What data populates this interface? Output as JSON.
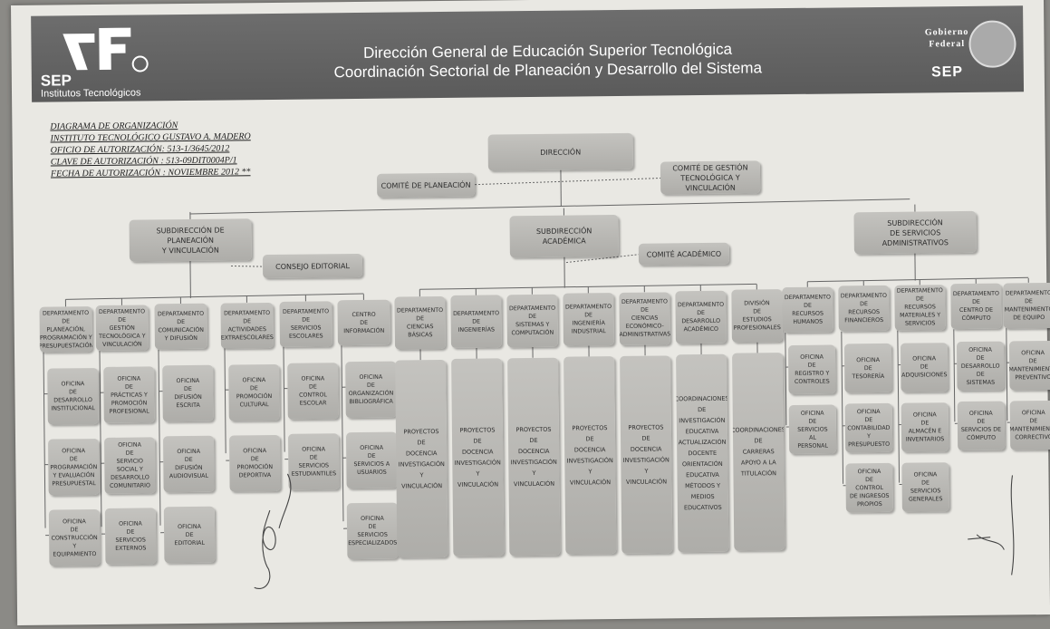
{
  "banner": {
    "logo_word": "SEP",
    "logo_sub": "Institutos Tecnológicos",
    "title_line1": "Dirección General de Educación Superior Tecnológica",
    "title_line2": "Coordinación Sectorial de Planeación y Desarrollo del Sistema",
    "gov_line1": "Gobierno",
    "gov_line2": "Federal",
    "gov_sep": "SEP"
  },
  "info": [
    "DIAGRAMA DE ORGANIZACIÓN",
    "INSTITUTO TECNOLÓGICO GUSTAVO A. MADERO",
    "OFICIO DE AUTORIZACIÓN: 513-1/3645/2012",
    "CLAVE DE AUTORIZACIÓN : 513-09DIT0004P/1",
    "FECHA DE AUTORIZACIÓN : NOVIEMBRE 2012 **"
  ],
  "top": {
    "direccion": "DIRECCIÓN",
    "comite_planeacion": "COMITÉ DE PLANEACIÓN",
    "comite_gestion": "COMITÉ DE GESTIÓN\nTECNOLÓGICA Y\nVINCULACIÓN"
  },
  "subdirecciones": [
    "SUBDIRECCIÓN DE\nPLANEACIÓN\nY VINCULACIÓN",
    "SUBDIRECCIÓN\nACADÉMICA",
    "SUBDIRECCIÓN\nDE SERVICIOS\nADMINISTRATIVOS"
  ],
  "consejo_editorial": "CONSEJO EDITORIAL",
  "comite_academico": "COMITÉ ACADÉMICO",
  "planeacion_depts": [
    {
      "name": "DEPARTAMENTO\nDE\nPLANEACIÓN,\nPROGRAMACIÓN Y\nPRESUPUESTACIÓN",
      "offices": [
        "OFICINA\nDE\nDESARROLLO\nINSTITUCIONAL",
        "OFICINA\nDE\nPROGRAMACIÓN\nY EVALUACIÓN\nPRESUPUESTAL",
        "OFICINA\nDE\nCONSTRUCCIÓN\nY\nEQUIPAMIENTO"
      ]
    },
    {
      "name": "DEPARTAMENTO\nDE\nGESTIÓN\nTECNOLÓGICA Y\nVINCULACIÓN",
      "offices": [
        "OFICINA\nDE\nPRÁCTICAS Y\nPROMOCIÓN\nPROFESIONAL",
        "OFICINA\nDE\nSERVICIO\nSOCIAL Y\nDESARROLLO\nCOMUNITARIO",
        "OFICINA\nDE\nSERVICIOS\nEXTERNOS"
      ]
    },
    {
      "name": "DEPARTAMENTO\nDE\nCOMUNICACIÓN\nY DIFUSIÓN",
      "offices": [
        "OFICINA\nDE\nDIFUSIÓN\nESCRITA",
        "OFICINA\nDE\nDIFUSIÓN\nAUDIOVISUAL",
        "OFICINA\nDE\nEDITORIAL"
      ]
    },
    {
      "name": "DEPARTAMENTO\nDE\nACTIVIDADES\nEXTRAESCOLARES",
      "offices": [
        "OFICINA\nDE\nPROMOCIÓN\nCULTURAL",
        "OFICINA\nDE\nPROMOCIÓN\nDEPORTIVA"
      ]
    },
    {
      "name": "DEPARTAMENTO\nDE\nSERVICIOS\nESCOLARES",
      "offices": [
        "OFICINA\nDE\nCONTROL\nESCOLAR",
        "OFICINA\nDE\nSERVICIOS\nESTUDIANTILES"
      ]
    },
    {
      "name": "CENTRO\nDE\nINFORMACIÓN",
      "offices": [
        "OFICINA\nDE\nORGANIZACIÓN\nBIBLIOGRÁFICA",
        "OFICINA\nDE\nSERVICIOS A\nUSUARIOS",
        "OFICINA\nDE\nSERVICIOS\nESPECIALIZADOS"
      ]
    }
  ],
  "academica_depts": [
    {
      "name": "DEPARTAMENTO\nDE\nCIENCIAS BÁSICAS",
      "detail": "PROYECTOS\nDE\nDOCENCIA\nINVESTIGACIÓN\nY\nVINCULACIÓN"
    },
    {
      "name": "DEPARTAMENTO\nDE\nINGENIERÍAS",
      "detail": "PROYECTOS\nDE\nDOCENCIA\nINVESTIGACIÓN\nY\nVINCULACIÓN"
    },
    {
      "name": "DEPARTAMENTO\nDE\nSISTEMAS Y\nCOMPUTACIÓN",
      "detail": "PROYECTOS\nDE\nDOCENCIA\nINVESTIGACIÓN\nY\nVINCULACIÓN"
    },
    {
      "name": "DEPARTAMENTO\nDE\nINGENIERÍA\nINDUSTRIAL",
      "detail": "PROYECTOS\nDE\nDOCENCIA\nINVESTIGACIÓN\nY\nVINCULACIÓN"
    },
    {
      "name": "DEPARTAMENTO\nDE\nCIENCIAS\nECONÓMICO-\nADMINISTRATIVAS",
      "detail": "PROYECTOS\nDE\nDOCENCIA\nINVESTIGACIÓN\nY\nVINCULACIÓN"
    },
    {
      "name": "DEPARTAMENTO\nDE\nDESARROLLO\nACADÉMICO",
      "detail": "COORDINACIONES\nDE\nINVESTIGACIÓN\nEDUCATIVA\nACTUALIZACIÓN\nDOCENTE\nORIENTACIÓN\nEDUCATIVA\nMÉTODOS Y\nMEDIOS\nEDUCATIVOS"
    },
    {
      "name": "DIVISIÓN\nDE\nESTUDIOS\nPROFESIONALES",
      "detail": "COORDINACIONES\nDE\nCARRERAS\nAPOYO A LA\nTITULACIÓN"
    }
  ],
  "admin_depts": [
    {
      "name": "DEPARTAMENTO\nDE\nRECURSOS\nHUMANOS",
      "offices": [
        "OFICINA\nDE\nREGISTRO Y\nCONTROLES",
        "OFICINA\nDE\nSERVICIOS\nAL\nPERSONAL"
      ]
    },
    {
      "name": "DEPARTAMENTO\nDE\nRECURSOS\nFINANCIEROS",
      "offices": [
        "OFICINA\nDE\nTESORERÍA",
        "OFICINA\nDE\nCONTABILIDAD\nY\nPRESUPUESTO",
        "OFICINA\nDE\nCONTROL\nDE INGRESOS\nPROPIOS"
      ]
    },
    {
      "name": "DEPARTAMENTO\nDE\nRECURSOS\nMATERIALES Y\nSERVICIOS",
      "offices": [
        "OFICINA\nDE\nADQUISICIONES",
        "OFICINA\nDE\nALMACÉN E\nINVENTARIOS",
        "OFICINA\nDE\nSERVICIOS\nGENERALES"
      ]
    },
    {
      "name": "DEPARTAMENTO\nDE\nCENTRO DE\nCÓMPUTO",
      "offices": [
        "OFICINA\nDE\nDESARROLLO DE\nSISTEMAS",
        "OFICINA\nDE\nSERVICIOS DE\nCÓMPUTO"
      ]
    },
    {
      "name": "DEPARTAMENTO\nDE\nMANTENIMIENTO\nDE EQUIPO",
      "offices": [
        "OFICINA\nDE\nMANTENIMIENTO\nPREVENTIVO",
        "OFICINA\nDE\nMANTENIMIENTO\nCORRECTIVO"
      ]
    }
  ]
}
